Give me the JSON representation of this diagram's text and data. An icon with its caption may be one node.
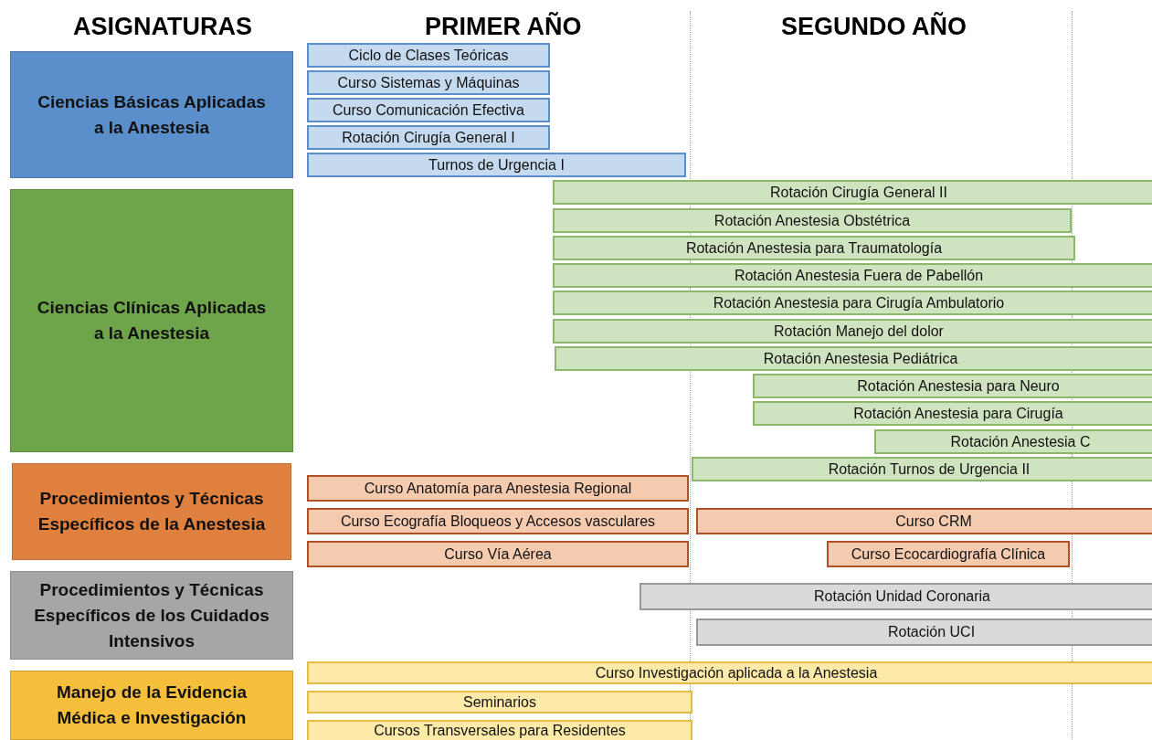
{
  "diagram": {
    "nodes": [
      {
        "text": [
          "Ciencias Básicas Aplicadas a la Anestesia"
        ]
      },
      {
        "text": [
          "Ciclo de Clases Teóricas"
        ]
      },
      {
        "text": [
          "Curso Sistemas y Máquinas"
        ]
      },
      {
        "text": [
          "Curso Comunicación Efectiva"
        ]
      },
      {
        "text": [
          "Rotación Cirugía General I"
        ]
      },
      {
        "text": [
          "Turnos de Urgencia I"
        ]
      },
      {
        "text": [
          "Ciencias Clínicas Aplicadas a la Anestesia"
        ]
      },
      {
        "text": [
          "Rotación Cirugía General II"
        ]
      },
      {
        "text": [
          "Rotación Anestesia Obstétrica"
        ]
      },
      {
        "text": [
          "Rotación Anestesia para Traumatología"
        ]
      },
      {
        "text": [
          "Rotación Anestesia Fuera de Pabellón"
        ]
      },
      {
        "text": [
          "Rotación Anestesia para Cirugía Ambulatorio"
        ]
      },
      {
        "text": [
          "Rotación Manejo del dolor"
        ]
      },
      {
        "text": [
          "Rotación Anestesia Pediátrica"
        ]
      },
      {
        "text": [
          "Rotación Anestesia para Neuro"
        ]
      },
      {
        "text": [
          "Rotación Anestesia para Cirugía"
        ]
      },
      {
        "text": [
          "Rotación Anestesia C"
        ]
      },
      {
        "text": [
          "Rotación Turnos de Urgencia II"
        ]
      },
      {
        "text": [
          "Procedimientos y Técnicas Específicos de la Anestesia"
        ]
      },
      {
        "text": [
          "Curso Anatomía para Anestesia Regional"
        ]
      },
      {
        "text": [
          "Curso Ecografía Bloqueos y Accesos vasculares"
        ]
      },
      {
        "text": [
          "Curso CRM"
        ]
      },
      {
        "text": [
          "Curso Vía Aérea"
        ]
      },
      {
        "text": [
          "Curso Ecocardiografía Clínica"
        ]
      },
      {
        "text": [
          "Procedimientos y Técnicas Específicos de los Cuidados Intensivos"
        ]
      },
      {
        "text": [
          "Rotación Unidad Coronaria"
        ]
      },
      {
        "text": [
          "Rotación UCI"
        ]
      },
      {
        "text": [
          "Manejo de la Evidencia Médica e Investigación"
        ]
      },
      {
        "text": [
          "Curso Investigación aplicada a la Anestesia"
        ]
      },
      {
        "text": [
          "Seminarios"
        ]
      },
      {
        "text": [
          "Cursos Transversales para Residentes"
        ]
      }
    ],
    "labels": [
      "ASIGNATURAS",
      "PRIMER AÑO",
      "SEGUNDO AÑO"
    ]
  }
}
